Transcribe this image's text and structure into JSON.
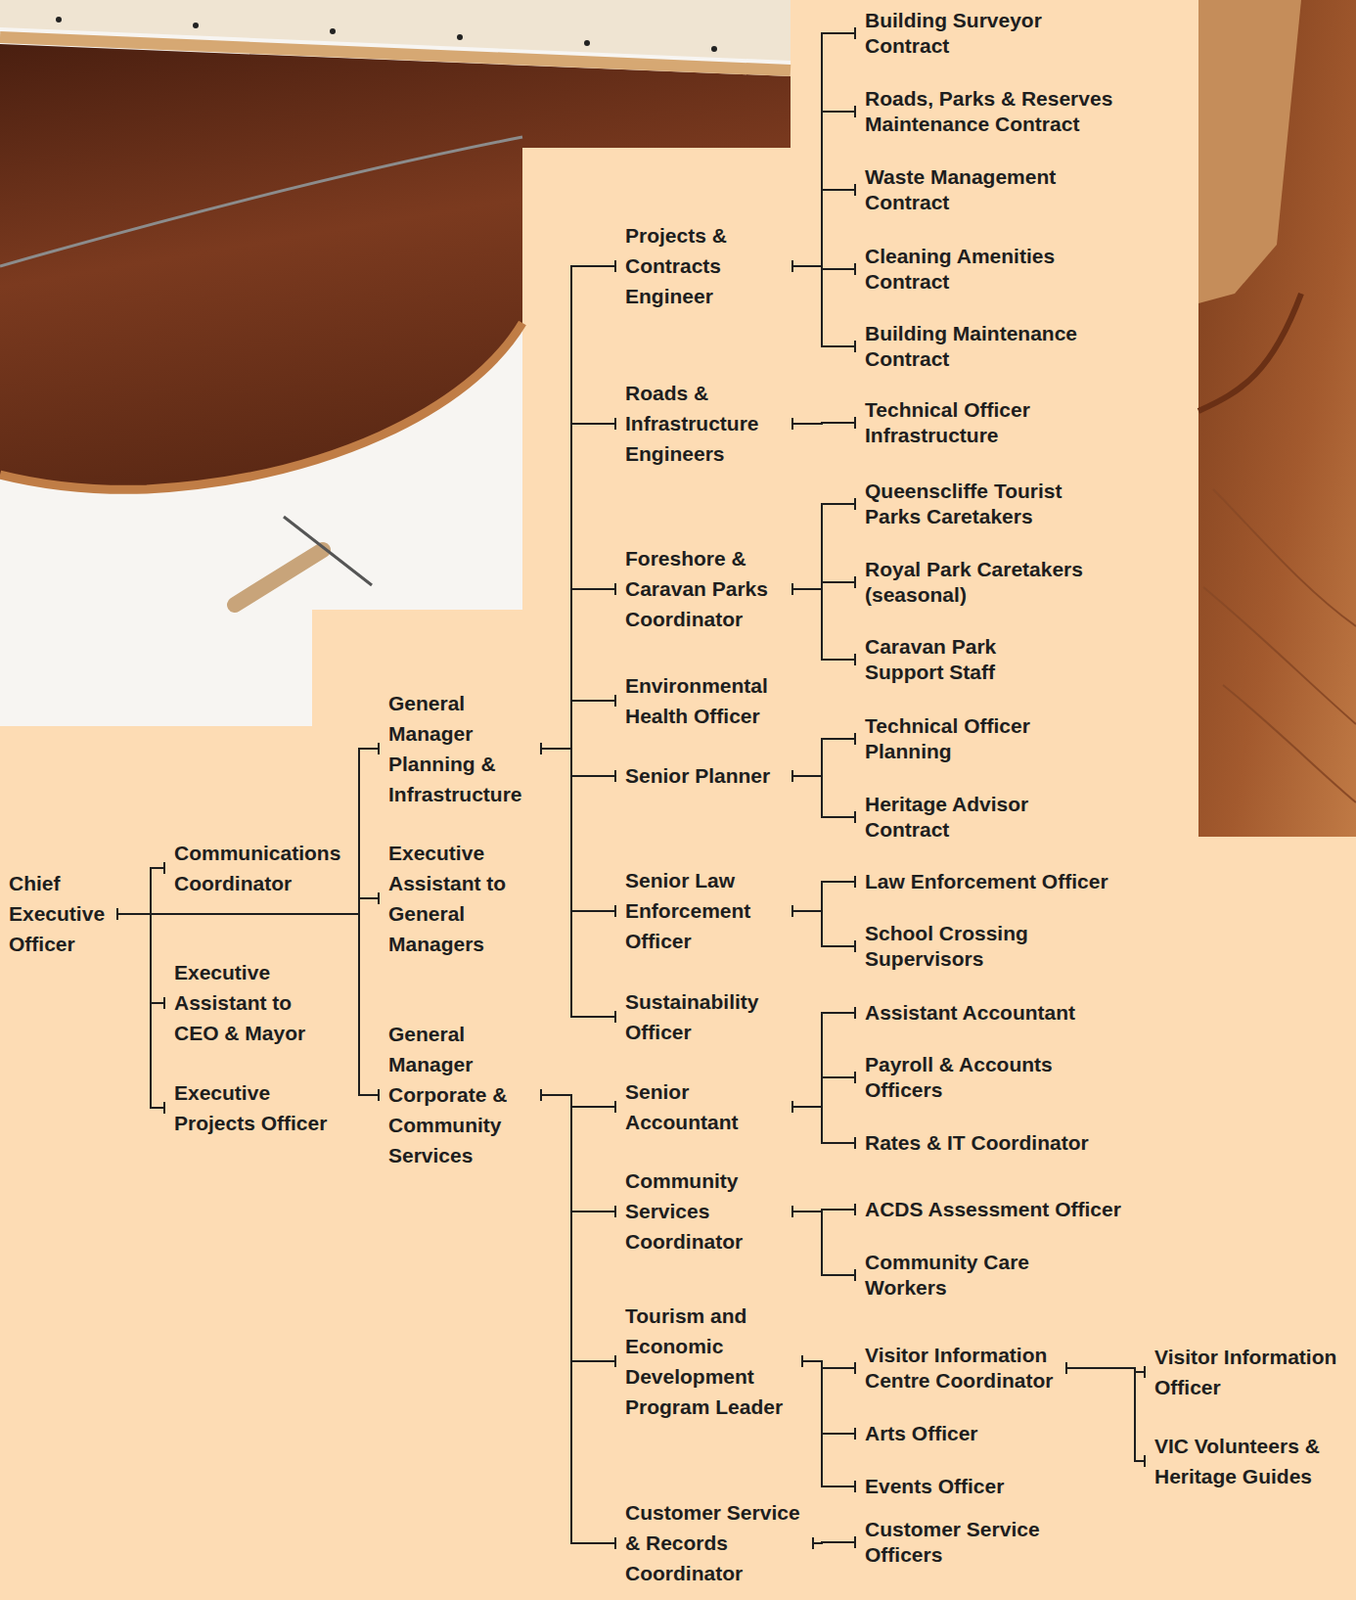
{
  "diagram": {
    "nodes": [
      {
        "text": [
          "Chief Executive Officer"
        ]
      },
      {
        "text": [
          "Communications Coordinator"
        ]
      },
      {
        "text": [
          "Executive Assistant to CEO & Mayor"
        ]
      },
      {
        "text": [
          "Executive Projects Officer"
        ]
      },
      {
        "text": [
          "General Manager Planning & Infrastructure"
        ]
      },
      {
        "text": [
          "Executive Assistant to General Managers"
        ]
      },
      {
        "text": [
          "General Manager Corporate & Community Services"
        ]
      },
      {
        "text": [
          "Projects & Contracts Engineer"
        ]
      },
      {
        "text": [
          "Roads & Infrastructure Engineers"
        ]
      },
      {
        "text": [
          "Foreshore & Caravan Parks Coordinator"
        ]
      },
      {
        "text": [
          "Environmental Health Officer"
        ]
      },
      {
        "text": [
          "Senior Planner"
        ]
      },
      {
        "text": [
          "Senior Law Enforcement Officer"
        ]
      },
      {
        "text": [
          "Sustainability Officer"
        ]
      },
      {
        "text": [
          "Building Surveyor Contract"
        ]
      },
      {
        "text": [
          "Roads, Parks & Reserves Maintenance Contract"
        ]
      },
      {
        "text": [
          "Waste Management Contract"
        ]
      },
      {
        "text": [
          "Cleaning Amenities Contract"
        ]
      },
      {
        "text": [
          "Building Maintenance Contract"
        ]
      },
      {
        "text": [
          "Technical Officer Infrastructure"
        ]
      },
      {
        "text": [
          "Queenscliffe Tourist Parks Caretakers"
        ]
      },
      {
        "text": [
          "Royal Park Caretakers (seasonal)"
        ]
      },
      {
        "text": [
          "Caravan Park Support Staff"
        ]
      },
      {
        "text": [
          "Technical Officer Planning"
        ]
      },
      {
        "text": [
          "Heritage Advisor Contract"
        ]
      },
      {
        "text": [
          "Law Enforcement Officer"
        ]
      },
      {
        "text": [
          "School Crossing Supervisors"
        ]
      },
      {
        "text": [
          "Senior Accountant"
        ]
      },
      {
        "text": [
          "Community Services Coordinator"
        ]
      },
      {
        "text": [
          "Tourism and Economic Development Program Leader"
        ]
      },
      {
        "text": [
          "Customer Service & Records Coordinator"
        ]
      },
      {
        "text": [
          "Assistant Accountant"
        ]
      },
      {
        "text": [
          "Payroll & Accounts Officers"
        ]
      },
      {
        "text": [
          "Rates & IT Coordinator"
        ]
      },
      {
        "text": [
          "ACDS Assessment Officer"
        ]
      },
      {
        "text": [
          "Community Care Workers"
        ]
      },
      {
        "text": [
          "Visitor Information Centre Coordinator"
        ]
      },
      {
        "text": [
          "Arts Officer"
        ]
      },
      {
        "text": [
          "Events Officer"
        ]
      },
      {
        "text": [
          "Customer Service Officers"
        ]
      },
      {
        "text": [
          "Visitor Information Officer"
        ]
      },
      {
        "text": [
          "VIC Volunteers & Heritage Guides"
        ]
      }
    ],
    "edges": [
      {
        "from": 0,
        "to": 1,
        "arrow": "none"
      },
      {
        "from": 0,
        "to": 2,
        "arrow": "none"
      },
      {
        "from": 0,
        "to": 3,
        "arrow": "none"
      },
      {
        "from": 0,
        "to": 4,
        "arrow": "none"
      },
      {
        "from": 0,
        "to": 5,
        "arrow": "none"
      },
      {
        "from": 0,
        "to": 6,
        "arrow": "none"
      },
      {
        "from": 4,
        "to": 7,
        "arrow": "none"
      },
      {
        "from": 4,
        "to": 8,
        "arrow": "none"
      },
      {
        "from": 4,
        "to": 9,
        "arrow": "none"
      },
      {
        "from": 4,
        "to": 10,
        "arrow": "none"
      },
      {
        "from": 4,
        "to": 11,
        "arrow": "none"
      },
      {
        "from": 4,
        "to": 12,
        "arrow": "none"
      },
      {
        "from": 4,
        "to": 13,
        "arrow": "none"
      },
      {
        "from": 6,
        "to": 27,
        "arrow": "none"
      },
      {
        "from": 6,
        "to": 28,
        "arrow": "none"
      },
      {
        "from": 6,
        "to": 29,
        "arrow": "none"
      },
      {
        "from": 6,
        "to": 30,
        "arrow": "none"
      },
      {
        "from": 7,
        "to": 14,
        "arrow": "none"
      },
      {
        "from": 7,
        "to": 15,
        "arrow": "none"
      },
      {
        "from": 7,
        "to": 16,
        "arrow": "none"
      },
      {
        "from": 7,
        "to": 17,
        "arrow": "none"
      },
      {
        "from": 7,
        "to": 18,
        "arrow": "none"
      },
      {
        "from": 8,
        "to": 19,
        "arrow": "none"
      },
      {
        "from": 9,
        "to": 20,
        "arrow": "none"
      },
      {
        "from": 9,
        "to": 21,
        "arrow": "none"
      },
      {
        "from": 9,
        "to": 22,
        "arrow": "none"
      },
      {
        "from": 11,
        "to": 23,
        "arrow": "none"
      },
      {
        "from": 11,
        "to": 24,
        "arrow": "none"
      },
      {
        "from": 12,
        "to": 25,
        "arrow": "none"
      },
      {
        "from": 12,
        "to": 26,
        "arrow": "none"
      },
      {
        "from": 27,
        "to": 31,
        "arrow": "none"
      },
      {
        "from": 27,
        "to": 32,
        "arrow": "none"
      },
      {
        "from": 27,
        "to": 33,
        "arrow": "none"
      },
      {
        "from": 28,
        "to": 34,
        "arrow": "none"
      },
      {
        "from": 28,
        "to": 35,
        "arrow": "none"
      },
      {
        "from": 29,
        "to": 36,
        "arrow": "none"
      },
      {
        "from": 29,
        "to": 37,
        "arrow": "none"
      },
      {
        "from": 29,
        "to": 38,
        "arrow": "none"
      },
      {
        "from": 30,
        "to": 39,
        "arrow": "none"
      },
      {
        "from": 36,
        "to": 40,
        "arrow": "none"
      },
      {
        "from": 36,
        "to": 41,
        "arrow": "none"
      }
    ]
  }
}
